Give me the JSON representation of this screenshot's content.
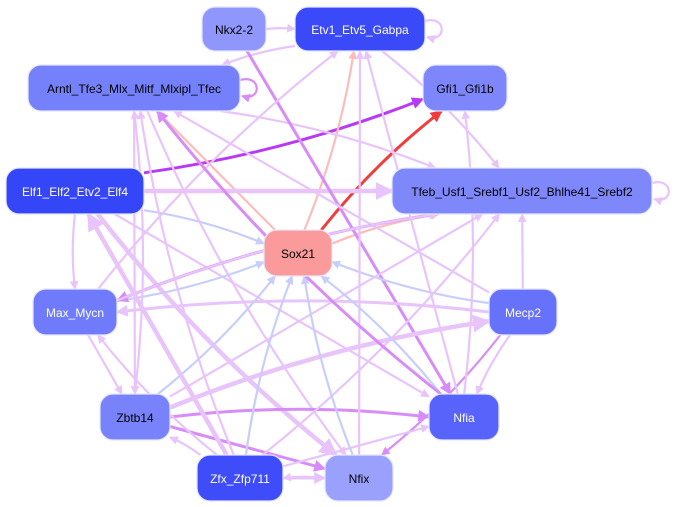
{
  "diagram": {
    "type": "gene-regulatory-network",
    "colors": {
      "edge_purple_light": "#e8c4fb",
      "edge_purple_mid": "#d88cf7",
      "edge_purple_strong": "#b83af5",
      "edge_blue_light": "#c8cdfc",
      "edge_pink_light": "#fcbcbc",
      "edge_red_strong": "#f23c3c"
    },
    "nodes": [
      {
        "id": "nkx2_2",
        "label": "Nkx2-2",
        "fill": "#8f96fc",
        "text_color": "#000000"
      },
      {
        "id": "etv1",
        "label": "Etv1_Etv5_Gabpa",
        "fill": "#3a4af9",
        "text_color": "#ffffff"
      },
      {
        "id": "arntl",
        "label": "Arntl_Tfe3_Mlx_Mitf_Mlxipl_Tfec",
        "fill": "#7580fb",
        "text_color": "#000000"
      },
      {
        "id": "gfi1",
        "label": "Gfi1_Gfi1b",
        "fill": "#7d87fb",
        "text_color": "#000000"
      },
      {
        "id": "elf1",
        "label": "Elf1_Elf2_Etv2_Elf4",
        "fill": "#3545f8",
        "text_color": "#ffffff"
      },
      {
        "id": "tfeb",
        "label": "Tfeb_Usf1_Srebf1_Usf2_Bhlhe41_Srebf2",
        "fill": "#7e88fb",
        "text_color": "#000000"
      },
      {
        "id": "sox21",
        "label": "Sox21",
        "fill": "#fa9a9a",
        "text_color": "#000000"
      },
      {
        "id": "max",
        "label": "Max_Mycn",
        "fill": "#6f7bfb",
        "text_color": "#ffffff"
      },
      {
        "id": "mecp2",
        "label": "Mecp2",
        "fill": "#6672fa",
        "text_color": "#ffffff"
      },
      {
        "id": "zbtb14",
        "label": "Zbtb14",
        "fill": "#7883fb",
        "text_color": "#000000"
      },
      {
        "id": "nfia",
        "label": "Nfia",
        "fill": "#5763fa",
        "text_color": "#ffffff"
      },
      {
        "id": "zfx",
        "label": "Zfx_Zfp711",
        "fill": "#3e4df9",
        "text_color": "#ffffff"
      },
      {
        "id": "nfix",
        "label": "Nfix",
        "fill": "#9aa1fc",
        "text_color": "#000000"
      }
    ],
    "edges": [
      {
        "from": "nkx2_2",
        "to": "etv1",
        "color": "edge_purple_light",
        "weight": 1
      },
      {
        "from": "etv1",
        "to": "etv1",
        "color": "edge_purple_light",
        "weight": 1
      },
      {
        "from": "etv1",
        "to": "arntl",
        "color": "edge_purple_light",
        "weight": 1
      },
      {
        "from": "arntl",
        "to": "arntl",
        "color": "edge_purple_mid",
        "weight": 1
      },
      {
        "from": "tfeb",
        "to": "tfeb",
        "color": "edge_purple_light",
        "weight": 1
      },
      {
        "from": "elf1",
        "to": "gfi1",
        "color": "edge_purple_strong",
        "weight": 2
      },
      {
        "from": "sox21",
        "to": "gfi1",
        "color": "edge_red_strong",
        "weight": 2
      },
      {
        "from": "sox21",
        "to": "arntl",
        "color": "edge_pink_light",
        "weight": 1
      },
      {
        "from": "sox21",
        "to": "etv1",
        "color": "edge_pink_light",
        "weight": 1
      },
      {
        "from": "sox21",
        "to": "tfeb",
        "color": "edge_pink_light",
        "weight": 1
      },
      {
        "from": "elf1",
        "to": "tfeb",
        "color": "edge_purple_light",
        "weight": 3
      },
      {
        "from": "elf1",
        "to": "max",
        "color": "edge_purple_light",
        "weight": 1
      },
      {
        "from": "elf1",
        "to": "sox21",
        "color": "edge_blue_light",
        "weight": 1
      },
      {
        "from": "elf1",
        "to": "nfia",
        "color": "edge_purple_light",
        "weight": 1
      },
      {
        "from": "elf1",
        "to": "nfix",
        "color": "edge_purple_light",
        "weight": 3
      },
      {
        "from": "arntl",
        "to": "tfeb",
        "color": "edge_purple_light",
        "weight": 1
      },
      {
        "from": "arntl",
        "to": "zbtb14",
        "color": "edge_purple_light",
        "weight": 1
      },
      {
        "from": "arntl",
        "to": "nfix",
        "color": "edge_purple_light",
        "weight": 1
      },
      {
        "from": "etv1",
        "to": "tfeb",
        "color": "edge_purple_light",
        "weight": 1
      },
      {
        "from": "nkx2_2",
        "to": "nfia",
        "color": "edge_purple_mid",
        "weight": 2
      },
      {
        "from": "max",
        "to": "sox21",
        "color": "edge_blue_light",
        "weight": 1
      },
      {
        "from": "max",
        "to": "etv1",
        "color": "edge_purple_light",
        "weight": 1
      },
      {
        "from": "max",
        "to": "zbtb14",
        "color": "edge_purple_light",
        "weight": 1
      },
      {
        "from": "mecp2",
        "to": "max",
        "color": "edge_purple_light",
        "weight": 2
      },
      {
        "from": "mecp2",
        "to": "sox21",
        "color": "edge_blue_light",
        "weight": 1
      },
      {
        "from": "mecp2",
        "to": "tfeb",
        "color": "edge_purple_light",
        "weight": 1
      },
      {
        "from": "mecp2",
        "to": "nfia",
        "color": "edge_purple_light",
        "weight": 1
      },
      {
        "from": "mecp2",
        "to": "nfix",
        "color": "edge_purple_mid",
        "weight": 1
      },
      {
        "from": "mecp2",
        "to": "arntl",
        "color": "edge_purple_light",
        "weight": 1
      },
      {
        "from": "tfeb",
        "to": "max",
        "color": "edge_purple_mid",
        "weight": 2
      },
      {
        "from": "zbtb14",
        "to": "nfia",
        "color": "edge_purple_mid",
        "weight": 2
      },
      {
        "from": "zbtb14",
        "to": "nfix",
        "color": "edge_purple_mid",
        "weight": 2
      },
      {
        "from": "zbtb14",
        "to": "sox21",
        "color": "edge_blue_light",
        "weight": 1
      },
      {
        "from": "zbtb14",
        "to": "mecp2",
        "color": "edge_purple_light",
        "weight": 3
      },
      {
        "from": "zbtb14",
        "to": "tfeb",
        "color": "edge_purple_light",
        "weight": 1
      },
      {
        "from": "zbtb14",
        "to": "arntl",
        "color": "edge_purple_light",
        "weight": 1
      },
      {
        "from": "zfx",
        "to": "sox21",
        "color": "edge_blue_light",
        "weight": 1
      },
      {
        "from": "zfx",
        "to": "nfix",
        "color": "edge_purple_light",
        "weight": 2
      },
      {
        "from": "zfx",
        "to": "zbtb14",
        "color": "edge_purple_light",
        "weight": 1
      },
      {
        "from": "zfx",
        "to": "max",
        "color": "edge_purple_light",
        "weight": 1
      },
      {
        "from": "zfx",
        "to": "nfia",
        "color": "edge_purple_light",
        "weight": 1
      },
      {
        "from": "zfx",
        "to": "tfeb",
        "color": "edge_purple_light",
        "weight": 1
      },
      {
        "from": "zfx",
        "to": "arntl",
        "color": "edge_purple_light",
        "weight": 1
      },
      {
        "from": "zfx",
        "to": "elf1",
        "color": "edge_purple_light",
        "weight": 3
      },
      {
        "from": "nfix",
        "to": "zfx",
        "color": "edge_purple_light",
        "weight": 1
      },
      {
        "from": "nfix",
        "to": "sox21",
        "color": "edge_blue_light",
        "weight": 1
      },
      {
        "from": "nfix",
        "to": "etv1",
        "color": "edge_purple_light",
        "weight": 1
      },
      {
        "from": "nfia",
        "to": "sox21",
        "color": "edge_blue_light",
        "weight": 1
      },
      {
        "from": "nfia",
        "to": "arntl",
        "color": "edge_purple_mid",
        "weight": 2
      },
      {
        "from": "nfia",
        "to": "etv1",
        "color": "edge_purple_light",
        "weight": 1
      },
      {
        "from": "nfia",
        "to": "gfi1",
        "color": "edge_purple_light",
        "weight": 1
      },
      {
        "from": "max",
        "to": "tfeb",
        "color": "edge_purple_light",
        "weight": 1
      }
    ]
  }
}
